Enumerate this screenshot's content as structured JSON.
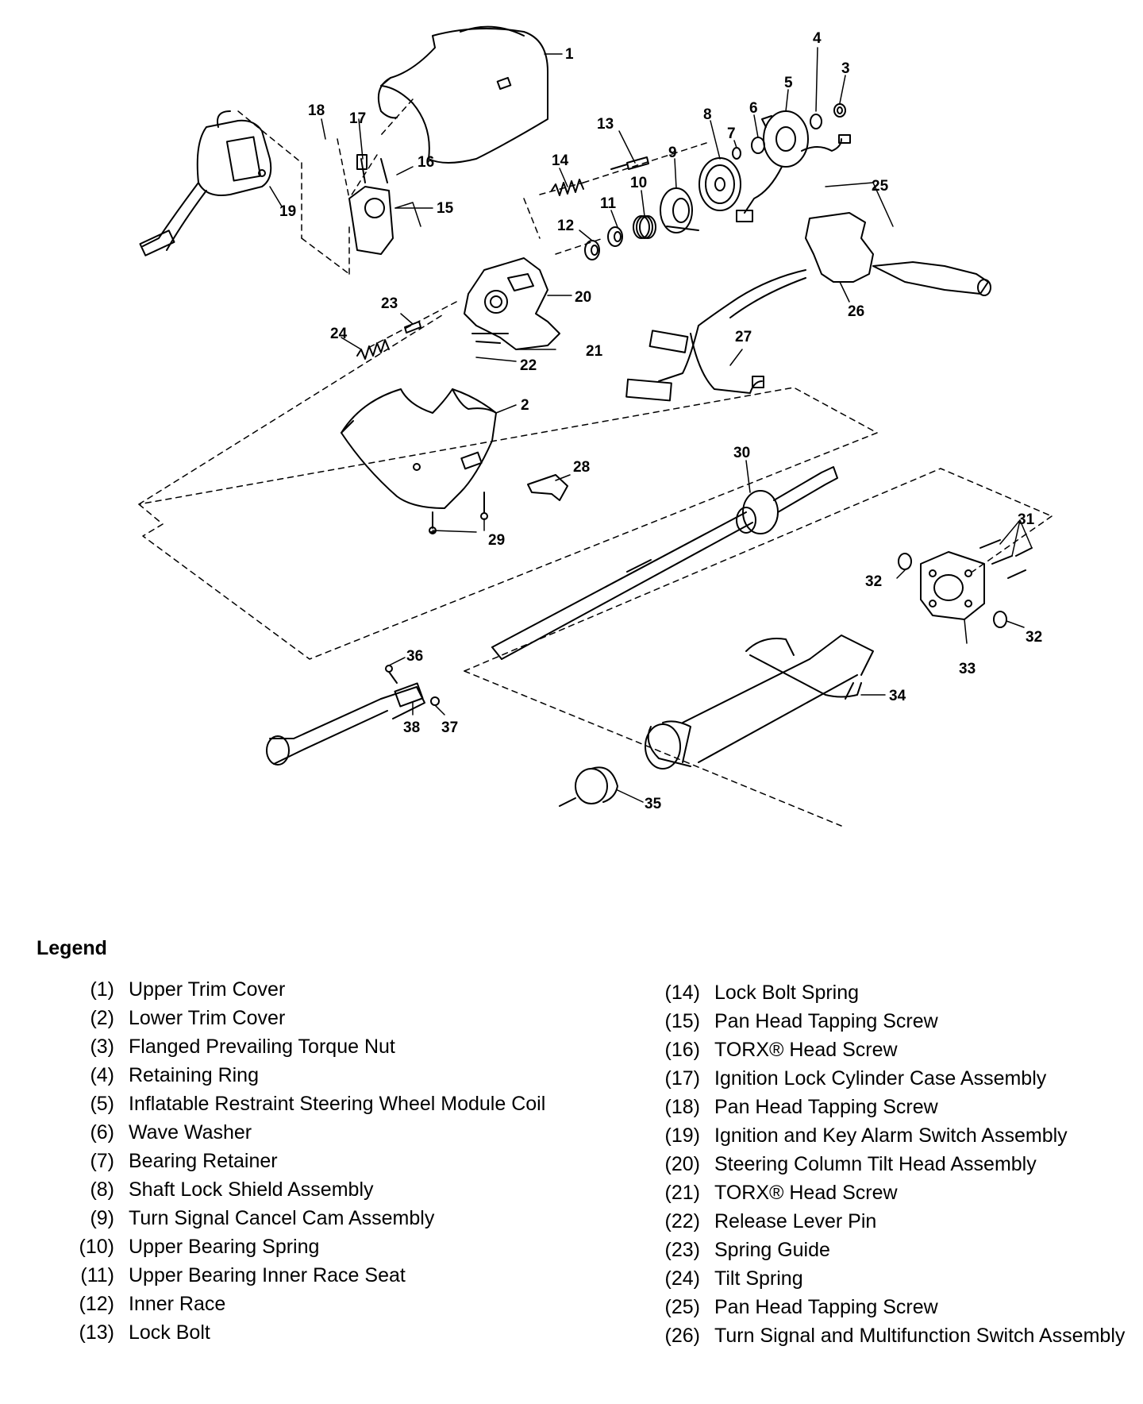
{
  "legend": {
    "title": "Legend",
    "left": [
      {
        "num": "(1)",
        "text": "Upper Trim Cover"
      },
      {
        "num": "(2)",
        "text": "Lower Trim Cover"
      },
      {
        "num": "(3)",
        "text": "Flanged Prevailing Torque Nut"
      },
      {
        "num": "(4)",
        "text": "Retaining Ring"
      },
      {
        "num": "(5)",
        "text": "Inflatable Restraint Steering Wheel Module Coil"
      },
      {
        "num": "(6)",
        "text": "Wave Washer"
      },
      {
        "num": "(7)",
        "text": "Bearing Retainer"
      },
      {
        "num": "(8)",
        "text": "Shaft Lock Shield Assembly"
      },
      {
        "num": "(9)",
        "text": "Turn Signal Cancel Cam Assembly"
      },
      {
        "num": "(10)",
        "text": "Upper Bearing Spring"
      },
      {
        "num": "(11)",
        "text": "Upper Bearing Inner Race Seat"
      },
      {
        "num": "(12)",
        "text": "Inner Race"
      },
      {
        "num": "(13)",
        "text": "Lock Bolt"
      }
    ],
    "right": [
      {
        "num": "(14)",
        "text": "Lock Bolt Spring"
      },
      {
        "num": "(15)",
        "text": "Pan Head Tapping Screw"
      },
      {
        "num": "(16)",
        "text": "TORX® Head Screw"
      },
      {
        "num": "(17)",
        "text": "Ignition Lock Cylinder Case Assembly"
      },
      {
        "num": "(18)",
        "text": "Pan Head Tapping Screw"
      },
      {
        "num": "(19)",
        "text": "Ignition and Key Alarm Switch Assembly"
      },
      {
        "num": "(20)",
        "text": "Steering Column Tilt Head Assembly"
      },
      {
        "num": "(21)",
        "text": "TORX® Head Screw"
      },
      {
        "num": "(22)",
        "text": "Release Lever Pin"
      },
      {
        "num": "(23)",
        "text": "Spring Guide"
      },
      {
        "num": "(24)",
        "text": "Tilt Spring"
      },
      {
        "num": "(25)",
        "text": "Pan Head Tapping Screw"
      },
      {
        "num": "(26)",
        "text": "Turn Signal and Multifunction Switch Assembly"
      }
    ]
  },
  "callouts": {
    "c1": "1",
    "c2": "2",
    "c3": "3",
    "c4": "4",
    "c5": "5",
    "c6": "6",
    "c7": "7",
    "c8": "8",
    "c9": "9",
    "c10": "10",
    "c11": "11",
    "c12": "12",
    "c13": "13",
    "c14": "14",
    "c15": "15",
    "c16": "16",
    "c17": "17",
    "c18": "18",
    "c19": "19",
    "c20": "20",
    "c21": "21",
    "c22": "22",
    "c23": "23",
    "c24": "24",
    "c25": "25",
    "c26": "26",
    "c27": "27",
    "c28": "28",
    "c29": "29",
    "c30": "30",
    "c31": "31",
    "c32a": "32",
    "c32b": "32",
    "c33": "33",
    "c34": "34",
    "c35": "35",
    "c36": "36",
    "c37": "37",
    "c38": "38"
  }
}
